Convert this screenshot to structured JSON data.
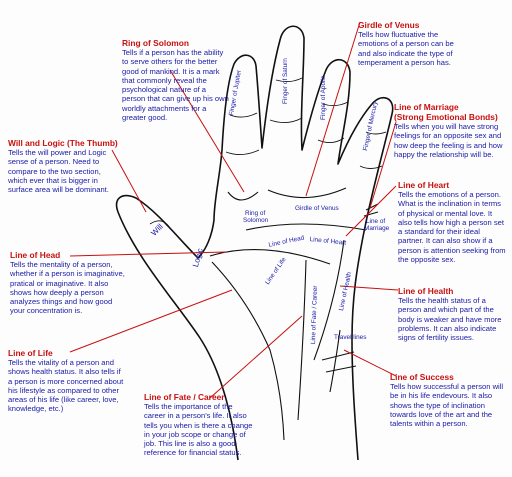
{
  "annotations": {
    "ring_of_solomon": {
      "title": "Ring of Solomon",
      "text": "Tells if a person has the ability to serve others for the better good of mankind. It is a mark that commonly reveal the psychological nature of a person that can give up his own worldly attachments for a greater good."
    },
    "girdle_of_venus": {
      "title": "Girdle of Venus",
      "text": "Tells how fluctuative the emotions of a person can be and also indicate the type of temperament a person has."
    },
    "line_of_marriage": {
      "title": "Line of Marriage",
      "title2": "(Strong Emotional Bonds)",
      "text": "Tells when you will have strong feelings for an opposite sex and how deep the feeling is and how happy the relationship will be."
    },
    "will_and_logic": {
      "title": "Will and Logic (The Thumb)",
      "text": "Tells the will power and Logic sense of a person. Need to compare to the two section, which ever that is bigger in surface area will be dominant."
    },
    "line_of_heart": {
      "title": "Line of Heart",
      "text": "Tells the emotions of a person. What is the inclination in terms of physical or mental love. It also tells how high a person set a standard for their ideal partner. It can also show if a person is attention seeking from the opposite sex."
    },
    "line_of_head": {
      "title": "Line of Head",
      "text": "Tells the mentality of a person, whether if a person is imaginative, pratical or imaginative. It also shows how deeply a person analyzes things and how good your concentration is."
    },
    "line_of_health": {
      "title": "Line of Health",
      "text": "Tells the health status of a person and which part of the body is weaker and have more problems. It can also indicate signs of fertility issues."
    },
    "line_of_life": {
      "title": "Line of Life",
      "text": "Tells the vitality of a person and shows health status. It also tells if a person is more concerned about his lifestyle as compared to other areas of his life (like career, love, knowledge, etc.)"
    },
    "line_of_fate": {
      "title": "Line of Fate / Career",
      "text": "Tells the importance of the career in a person's life. It also tells you when is there a change in your job scope or change of job. This line is also a good reference for financial status."
    },
    "line_of_success": {
      "title": "Line of Success",
      "text": "Tells how successful a person will be in his life endevours. It also shows the type of inclination towards love of the art and the talents within a person."
    }
  },
  "hand_labels": {
    "finger_of_jupiter": "Finger of Jupiter",
    "finger_of_saturn": "Finger of Saturn",
    "finger_of_apollo": "Finger of Apollo",
    "finger_of_mercury": "Finger of Mercury",
    "will": "Will",
    "logic": "Logic",
    "ring_of_solomon_1": "Ring of",
    "ring_of_solomon_2": "Solomon",
    "girdle_of_venus": "Girdle of Venus",
    "line_of_marriage_1": "Line of",
    "line_of_marriage_2": "Marriage",
    "line_of_heart": "Line of Heart",
    "line_of_head": "Line of Head",
    "line_of_life": "Line of Life",
    "line_of_fate": "Line of Fate / Career",
    "line_of_health": "Line of Health",
    "travel_lines": "Travel lines"
  },
  "colors": {
    "title": "#c81010",
    "body": "#1a1aa6",
    "pointer": "#c81010",
    "outline": "#111111"
  }
}
